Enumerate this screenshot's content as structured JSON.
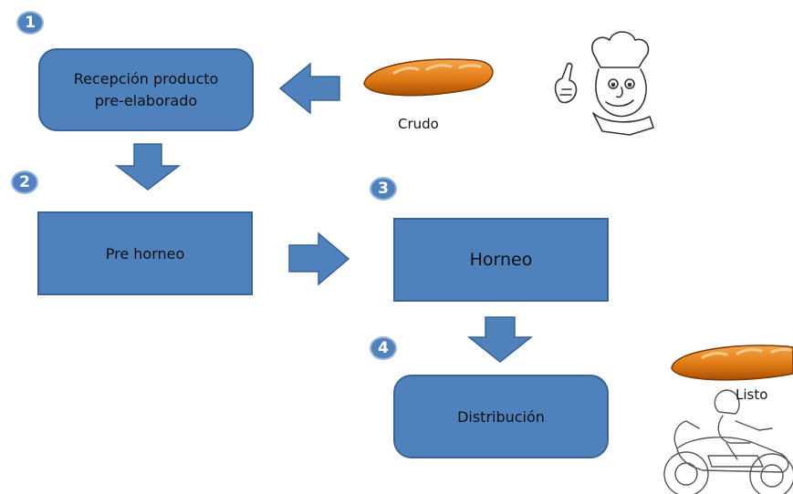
{
  "steps": [
    {
      "number": "1",
      "label": "Recepción producto pre-elaborado"
    },
    {
      "number": "2",
      "label": "Pre horneo"
    },
    {
      "number": "3",
      "label": "Horneo"
    },
    {
      "number": "4",
      "label": "Distribución"
    }
  ],
  "captions": {
    "raw": "Crudo",
    "ready": "Listo"
  },
  "colors": {
    "box_fill": "#4f81bd",
    "box_border": "#3a6496",
    "bread": "#e07a14"
  },
  "icons": [
    "bread-icon",
    "chef-icon",
    "motorcycle-icon"
  ]
}
